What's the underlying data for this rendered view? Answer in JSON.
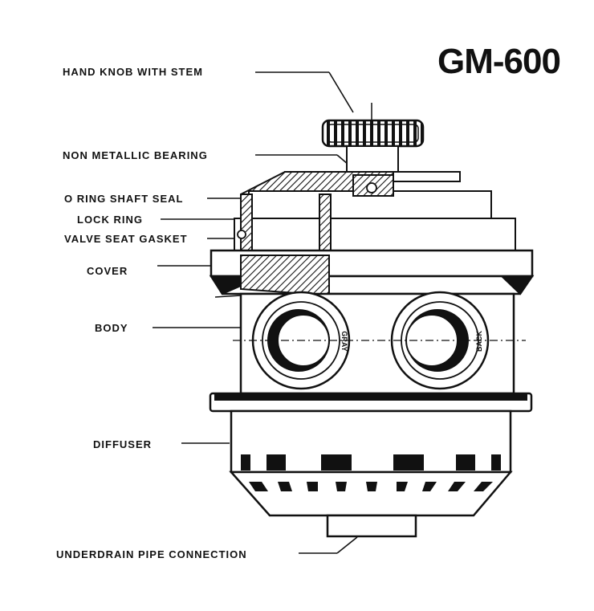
{
  "title": "GM-600",
  "labels": {
    "hand_knob": "HAND KNOB WITH STEM",
    "bearing": "NON METALLIC BEARING",
    "oring": "O RING SHAFT SEAL",
    "lock_ring": "LOCK RING",
    "gasket": "VALVE SEAT GASKET",
    "cover": "COVER",
    "body": "BODY",
    "diffuser": "DIFFUSER",
    "underdrain": "UNDERDRAIN PIPE CONNECTION"
  },
  "port_marks": {
    "left": "GRAY",
    "right": "BACK"
  },
  "colors": {
    "ink": "#111111",
    "paper": "#ffffff"
  }
}
